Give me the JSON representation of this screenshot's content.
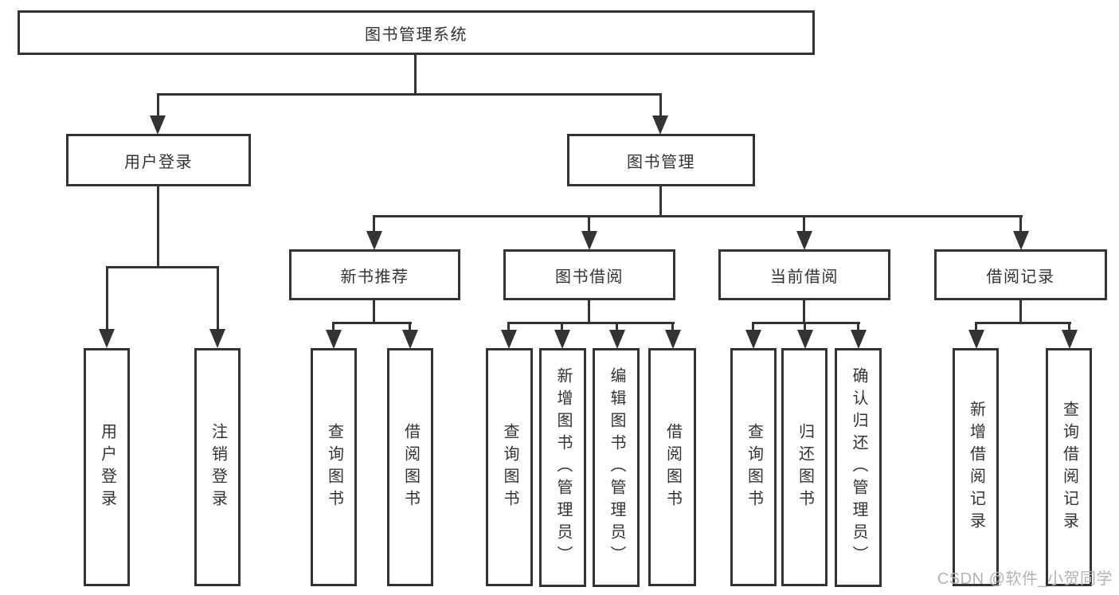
{
  "tree": {
    "root": {
      "label": "图书管理系统",
      "children": [
        {
          "label": "用户登录",
          "children": [
            {
              "label": "用户登录"
            },
            {
              "label": "注销登录"
            }
          ]
        },
        {
          "label": "图书管理",
          "children": [
            {
              "label": "新书推荐",
              "children": [
                {
                  "label": "查询图书"
                },
                {
                  "label": "借阅图书"
                }
              ]
            },
            {
              "label": "图书借阅",
              "children": [
                {
                  "label": "查询图书"
                },
                {
                  "label": "新增图书（管理员）"
                },
                {
                  "label": "编辑图书（管理员）"
                },
                {
                  "label": "借阅图书"
                }
              ]
            },
            {
              "label": "当前借阅",
              "children": [
                {
                  "label": "查询图书"
                },
                {
                  "label": "归还图书"
                },
                {
                  "label": "确认归还（管理员）"
                }
              ]
            },
            {
              "label": "借阅记录",
              "children": [
                {
                  "label": "新增借阅记录"
                },
                {
                  "label": "查询借阅记录"
                }
              ]
            }
          ]
        }
      ]
    }
  },
  "watermark": {
    "text": "CSDN @软件_小贺同学",
    "color": "#b3b3b3"
  },
  "colors": {
    "line": "#333333",
    "text": "#333333",
    "background": "#ffffff"
  }
}
